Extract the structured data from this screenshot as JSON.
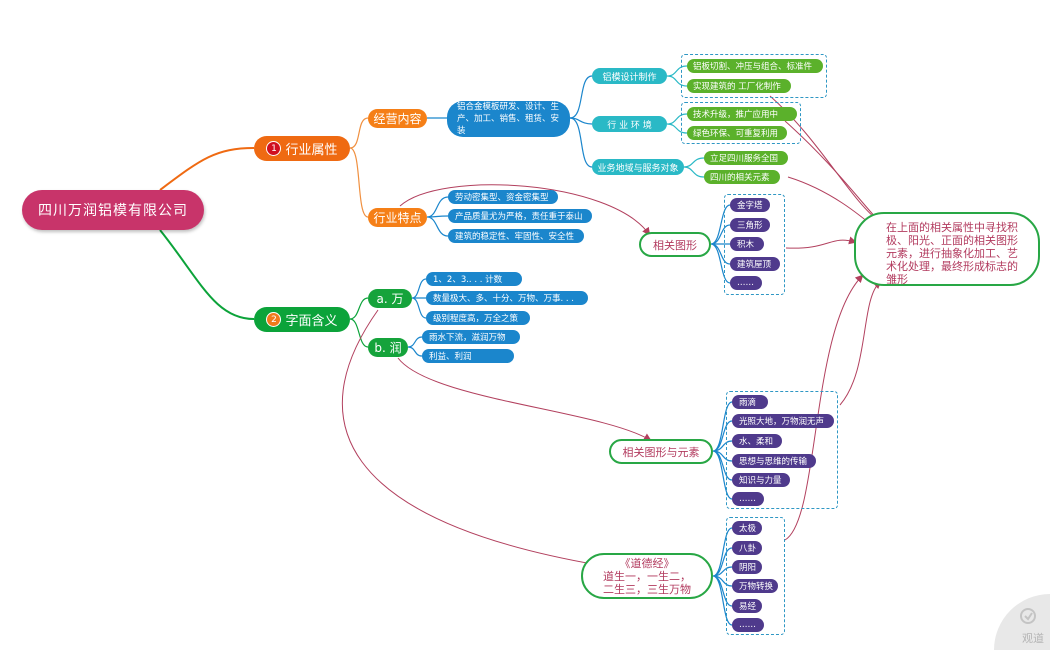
{
  "root": "四川万润铝模有限公司",
  "branch1": {
    "badge": "1",
    "label": "行业属性"
  },
  "branch2": {
    "badge": "2",
    "label": "字面含义"
  },
  "jingying": {
    "label": "经营内容",
    "summary": "铝合金模板研发、设计、生产、加工、销售、租赁、安装",
    "design": {
      "label": "铝模设计制作",
      "items": [
        "铝板切割、冲压与组合、标准件",
        "实现建筑的 工厂化制作"
      ]
    },
    "env": {
      "label": "行 业 环 境",
      "items": [
        "技术升级，推广应用中",
        "绿色环保、可重复利用"
      ]
    },
    "region": {
      "label": "业务地域与服务对象",
      "items": [
        "立足四川服务全国",
        "四川的相关元素"
      ]
    }
  },
  "tedian": {
    "label": "行业特点",
    "items": [
      "劳动密集型、资金密集型",
      "产品质量尤为严格，责任重于泰山",
      "建筑的稳定性、牢固性、安全性"
    ]
  },
  "wan": {
    "label": "a. 万",
    "items": [
      "1、2、3.. . . 计数",
      "数量极大、多、十分、万物、万事. . .",
      "级别程度高，万全之策"
    ]
  },
  "run": {
    "label": "b. 润",
    "items": [
      "雨水下流，滋润万物",
      "利益、利润"
    ]
  },
  "shapes1": {
    "label": "相关图形",
    "items": [
      "金字塔",
      "三角形",
      "积木",
      "建筑屋顶",
      "……"
    ]
  },
  "shapes2": {
    "label": "相关图形与元素",
    "items": [
      "雨滴",
      "光照大地，万物润无声",
      "水、柔和",
      "思想与思维的传输",
      "知识与力量",
      "……"
    ]
  },
  "daode": {
    "title": "《道德经》",
    "line1": "道生一，一生二，",
    "line2": "二生三，三生万物",
    "items": [
      "太极",
      "八卦",
      "阴阳",
      "万物转换",
      "易经",
      "……"
    ]
  },
  "callout": "在上面的相关属性中寻找积极、阳光、正面的相关图形元素，进行抽象化加工、艺术化处理，最终形成标志的雏形",
  "watermark": "观道",
  "colors": {
    "root": "#c8346a",
    "branch1": "#ef6a12",
    "branch2": "#0ca33a",
    "blue": "#1b86cc",
    "purple": "#4f3a8c",
    "arrow": "#b2405e"
  }
}
